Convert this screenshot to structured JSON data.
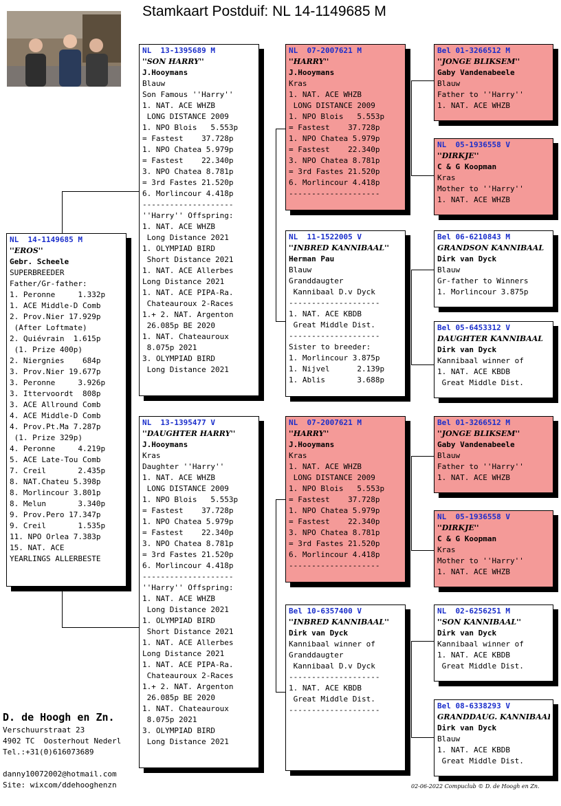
{
  "title": "Stamkaart Postduif: NL  14-1149685 M",
  "loft": {
    "name": "D. de Hoogh en Zn.",
    "address1": "Verschuurstraat 23",
    "address2": "4902 TC  Oosterhout Nederl",
    "phone": "Tel.:+31(0)616073689",
    "email": "danny10072002@hotmail.com",
    "site": "Site: wixcom/ddehooghenzn"
  },
  "footer": "02-06-2022   Compuclub © D. de Hoogh en Zn.",
  "pigeons": {
    "main": {
      "ring": "NL  14-1149685 M",
      "name": "''EROS''",
      "breeder": "Gebr. Scheele",
      "lines": [
        "SUPERBREEDER",
        "Father/Gr-father:",
        "1. Peronne     1.332p",
        "1. ACE Middle-D Comb",
        "2. Prov.Nier 17.929p",
        " (After Loftmate)",
        "2. Quiévrain  1.615p",
        " (1. Prize 400p)",
        "2. Niergnies    684p",
        "3. Prov.Nier 19.677p",
        "3. Peronne     3.926p",
        "3. Ittervoordt  808p",
        "3. ACE Allround Comb",
        "4. ACE Middle-D Comb",
        "4. Prov.Pt.Ma 7.287p",
        " (1. Prize 329p)",
        "4. Peronne     4.219p",
        "5. ACE Late-Tou Comb",
        "7. Creil       2.435p",
        "8. NAT.Chateu 5.398p",
        "8. Morlincour 3.801p",
        "8. Melun       3.340p",
        "9. Prov.Pero 17.347p",
        "9. Creil       1.535p",
        "11. NPO Orlea 7.383p",
        "15. NAT. ACE",
        "YEARLINGS ALLERBESTE"
      ]
    },
    "sire": {
      "ring": "NL  13-1395689 M",
      "name": "''SON HARRY''",
      "breeder": "J.Hooymans",
      "lines": [
        "Blauw",
        "Son Famous ''Harry''",
        "1. NAT. ACE WHZB",
        " LONG DISTANCE 2009",
        "1. NPO Blois   5.553p",
        "= Fastest    37.728p",
        "1. NPO Chatea 5.979p",
        "= Fastest    22.340p",
        "3. NPO Chatea 8.781p",
        "= 3rd Fastes 21.520p",
        "6. Morlincour 4.418p",
        "--------------------",
        "''Harry'' Offspring:",
        "1. NAT. ACE WHZB",
        " Long Distance 2021",
        "1. OLYMPIAD BIRD",
        " Short Distance 2021",
        "1. NAT. ACE Allerbes",
        "Long Distance 2021",
        "1. NAT. ACE PIPA-Ra.",
        " Chateauroux 2-Races",
        "1.+ 2. NAT. Argenton",
        " 26.085p BE 2020",
        "1. NAT. Chateauroux",
        " 8.075p 2021",
        "3. OLYMPIAD BIRD",
        " Long Distance 2021"
      ]
    },
    "dam": {
      "ring": "NL  13-1395477 V",
      "name": "''DAUGHTER HARRY''",
      "breeder": "J.Hooymans",
      "lines": [
        "Kras",
        "Daughter ''Harry''",
        "1. NAT. ACE WHZB",
        " LONG DISTANCE 2009",
        "1. NPO Blois   5.553p",
        "= Fastest    37.728p",
        "1. NPO Chatea 5.979p",
        "= Fastest    22.340p",
        "3. NPO Chatea 8.781p",
        "= 3rd Fastes 21.520p",
        "6. Morlincour 4.418p",
        "--------------------",
        "''Harry'' Offspring:",
        "1. NAT. ACE WHZB",
        " Long Distance 2021",
        "1. OLYMPIAD BIRD",
        " Short Distance 2021",
        "1. NAT. ACE Allerbes",
        "Long Distance 2021",
        "1. NAT. ACE PIPA-Ra.",
        " Chateauroux 2-Races",
        "1.+ 2. NAT. Argenton",
        " 26.085p BE 2020",
        "1. NAT. Chateauroux",
        " 8.075p 2021",
        "3. OLYMPIAD BIRD",
        " Long Distance 2021"
      ]
    },
    "ss": {
      "ring": "NL  07-2007621 M",
      "name": "''HARRY''",
      "breeder": "J.Hooymans",
      "lines": [
        "Kras",
        "1. NAT. ACE WHZB",
        " LONG DISTANCE 2009",
        "1. NPO Blois   5.553p",
        "= Fastest    37.728p",
        "1. NPO Chatea 5.979p",
        "= Fastest    22.340p",
        "3. NPO Chatea 8.781p",
        "= 3rd Fastes 21.520p",
        "6. Morlincour 4.418p",
        "--------------------"
      ]
    },
    "sd": {
      "ring": "NL  11-1522005 V",
      "name": "''INBRED KANNIBAAL''",
      "breeder": "Herman Pau",
      "lines": [
        "Blauw",
        "Granddaugter",
        " Kannibaal D.v Dyck",
        "--------------------",
        "1. NAT. ACE KBDB",
        " Great Middle Dist.",
        "--------------------",
        "Sister to breeder:",
        "1. Morlincour 3.875p",
        "1. Nijvel      2.139p",
        "1. Ablis       3.688p"
      ]
    },
    "ds": {
      "ring": "NL  07-2007621 M",
      "name": "''HARRY''",
      "breeder": "J.Hooymans",
      "lines": [
        "Kras",
        "1. NAT. ACE WHZB",
        " LONG DISTANCE 2009",
        "1. NPO Blois   5.553p",
        "= Fastest    37.728p",
        "1. NPO Chatea 5.979p",
        "= Fastest    22.340p",
        "3. NPO Chatea 8.781p",
        "= 3rd Fastes 21.520p",
        "6. Morlincour 4.418p",
        "--------------------"
      ]
    },
    "dd": {
      "ring": "Bel 10-6357400 V",
      "name": "''INBRED KANNIBAAL''",
      "breeder": "Dirk van Dyck",
      "lines": [
        "Kannibaal winner of",
        "Granddaugter",
        " Kannibaal D.v Dyck",
        "--------------------",
        "1. NAT. ACE KBDB",
        " Great Middle Dist.",
        "--------------------"
      ]
    },
    "sss": {
      "ring": "Bel 01-3266512 M",
      "name": "''JONGE BLIKSEM''",
      "breeder": "Gaby Vandenabeele",
      "lines": [
        "Blauw",
        "Father to ''Harry''",
        "1. NAT. ACE WHZB"
      ]
    },
    "ssd": {
      "ring": "NL  05-1936558 V",
      "name": "''DIRKJE''",
      "breeder": "C & G Koopman",
      "lines": [
        "Kras",
        "Mother to ''Harry''",
        "1. NAT. ACE WHZB"
      ]
    },
    "sds": {
      "ring": "Bel 06-6210843 M",
      "name": "GRANDSON KANNIBAAL",
      "breeder": "Dirk van Dyck",
      "lines": [
        "Blauw",
        "Gr-father to Winners",
        "1. Morlincour 3.875p"
      ]
    },
    "sdd": {
      "ring": "Bel 05-6453312 V",
      "name": "DAUGHTER KANNIBAAL",
      "breeder": "Dirk van Dyck",
      "lines": [
        "Kannibaal winner of",
        "1. NAT. ACE KBDB",
        " Great Middle Dist."
      ]
    },
    "dss": {
      "ring": "Bel 01-3266512 M",
      "name": "''JONGE BLIKSEM''",
      "breeder": "Gaby Vandenabeele",
      "lines": [
        "Blauw",
        "Father to ''Harry''",
        "1. NAT. ACE WHZB"
      ]
    },
    "dsd": {
      "ring": "NL  05-1936558 V",
      "name": "''DIRKJE''",
      "breeder": "C & G Koopman",
      "lines": [
        "Kras",
        "Mother to ''Harry''",
        "1. NAT. ACE WHZB"
      ]
    },
    "dds": {
      "ring": "NL  02-6256251 M",
      "name": "''SON KANNIBAAL''",
      "breeder": "Dirk van Dyck",
      "lines": [
        "Kannibaal winner of",
        "1. NAT. ACE KBDB",
        " Great Middle Dist."
      ]
    },
    "ddd": {
      "ring": "Bel 08-6338293 V",
      "name": "GRANDDAUG. KANNIBAAL",
      "breeder": "Dirk van Dyck",
      "lines": [
        "Blauw",
        "1. NAT. ACE KBDB",
        " Great Middle Dist."
      ]
    }
  }
}
